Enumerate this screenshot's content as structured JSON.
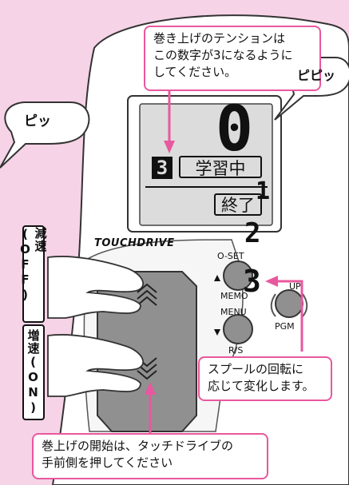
{
  "callouts": {
    "top": [
      "巻き上げのテンションは",
      "この数字が3になるように",
      "してください。"
    ],
    "right": [
      "スプールの回転に",
      "応じて変化します。"
    ],
    "bottom": [
      "巻上げの開始は、タッチドライブの",
      "手前側を押してください"
    ]
  },
  "bubbles": {
    "left": "ピッ",
    "right": "ピピッ"
  },
  "display": {
    "big_digit": "0",
    "tension_value": "3",
    "learning_label": "学習中",
    "end_label": "終了"
  },
  "falling_digits": [
    "1",
    "2",
    "3"
  ],
  "device": {
    "brand": "TOUCHDRIVE",
    "buttons": {
      "oset_memo": [
        "O-SET",
        "MEMO"
      ],
      "menu_rs": [
        "MENU",
        "R/S"
      ],
      "up_pgm": [
        "UP",
        "PGM"
      ]
    }
  },
  "side_labels": {
    "decelerate": "減速(OFF)",
    "accelerate": "増速(ON)"
  },
  "colors": {
    "background": "#f6d3e6",
    "accent": "#e8589e",
    "panel": "#909090",
    "lcd": "#dcdcdc"
  }
}
